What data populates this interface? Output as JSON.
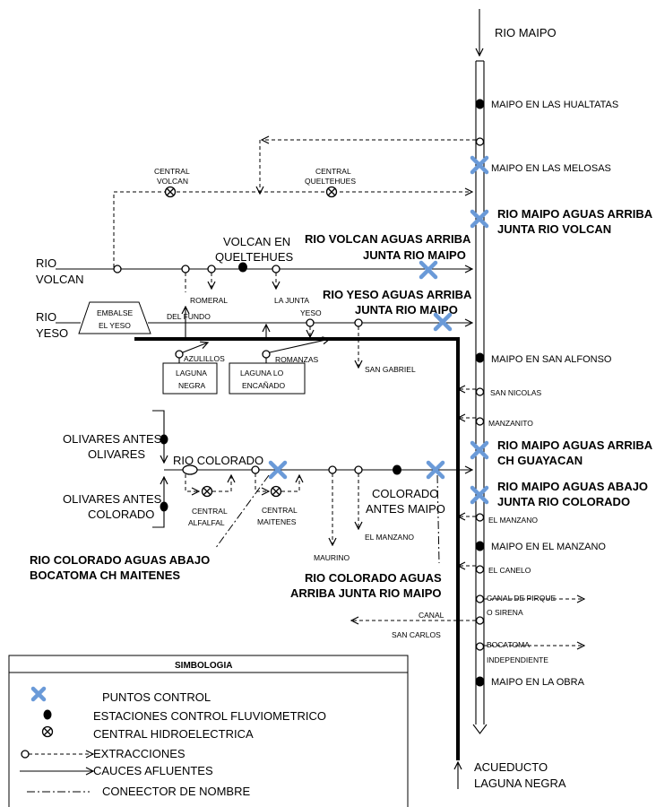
{
  "rivers": {
    "maipo_top": "RIO MAIPO",
    "volcan_1": "RIO",
    "volcan_2": "VOLCAN",
    "yeso_1": "RIO",
    "yeso_2": "YESO",
    "colorado": "RIO COLORADO"
  },
  "maipo_stations": {
    "hualtatas": "MAIPO EN LAS HUALTATAS",
    "melosas": "MAIPO EN LAS MELOSAS",
    "arriba_volcan_1": "RIO MAIPO AGUAS ARRIBA",
    "arriba_volcan_2": "JUNTA RIO VOLCAN",
    "san_alfonso": "MAIPO EN SAN ALFONSO",
    "san_nicolas": "SAN NICOLAS",
    "manzanito": "MANZANITO",
    "guayacan_1": "RIO MAIPO AGUAS ARRIBA",
    "guayacan_2": "CH GUAYACAN",
    "abajo_colorado_1": "RIO MAIPO AGUAS ABAJO",
    "abajo_colorado_2": "JUNTA RIO COLORADO",
    "el_manzano": "EL MANZANO",
    "maipo_manzano": "MAIPO EN EL MANZANO",
    "el_canelo": "EL CANELO",
    "pirque_1": "CANAL DE PIRQUE",
    "pirque_2": "O SIRENA",
    "canal_1": "CANAL",
    "canal_2": "SAN CARLOS",
    "bocatoma_1": "BOCATOMA",
    "bocatoma_2": "INDEPENDIENTE",
    "la_obra": "MAIPO EN LA OBRA"
  },
  "volcan": {
    "central_volcan_1": "CENTRAL",
    "central_volcan_2": "VOLCAN",
    "central_queltehues_1": "CENTRAL",
    "central_queltehues_2": "QUELTEHUES",
    "station_1": "VOLCAN EN",
    "station_2": "QUELTEHUES",
    "control_1": "RIO VOLCAN AGUAS ARRIBA",
    "control_2": "JUNTA RIO MAIPO",
    "romeral": "ROMERAL",
    "la_junta": "LA JUNTA"
  },
  "yeso": {
    "embalse_1": "EMBALSE",
    "embalse_2": "EL YESO",
    "del_fundo": "DEL FUNDO",
    "yeso_ext": "YESO",
    "control_1": "RIO YESO AGUAS ARRIBA",
    "control_2": "JUNTA RIO MAIPO",
    "azulillos": "AZULILLOS",
    "romanzas": "ROMANZAS",
    "san_gabriel": "SAN  GABRIEL",
    "laguna_negra_1": "LAGUNA",
    "laguna_negra_2": "NEGRA",
    "laguna_lo_1": "LAGUNA LO",
    "laguna_lo_2": "ENCAÑADO"
  },
  "colorado": {
    "olivares_1": "OLIVARES ANTES",
    "olivares_2": "OLIVARES",
    "olivares_colorado_1": "OLIVARES ANTES",
    "olivares_colorado_2": "COLORADO",
    "alfalfal_1": "CENTRAL",
    "alfalfal_2": "ALFALFAL",
    "maitenes_1": "CENTRAL",
    "maitenes_2": "MAITENES",
    "antes_maipo_1": "COLORADO",
    "antes_maipo_2": "ANTES MAIPO",
    "el_manzano": "EL MANZANO",
    "maurino": "MAURINO",
    "control_bocatoma_1": "RIO COLORADO AGUAS ABAJO",
    "control_bocatoma_2": "BOCATOMA CH MAITENES",
    "control_arriba_1": "RIO COLORADO AGUAS",
    "control_arriba_2": "ARRIBA JUNTA RIO MAIPO"
  },
  "acueducto": {
    "line1": "ACUEDUCTO",
    "line2": "LAGUNA NEGRA"
  },
  "legend": {
    "title": "SIMBOLOGIA",
    "puntos": "PUNTOS CONTROL",
    "estaciones": "ESTACIONES CONTROL FLUVIOMETRICO",
    "central": "CENTRAL HIDROELECTRICA",
    "extracciones": "EXTRACCIONES",
    "cauces": "CAUCES AFLUENTES",
    "conector": "CONEECTOR DE NOMBRE"
  },
  "colors": {
    "control_point": "#6a9ad8",
    "line": "#000000"
  }
}
